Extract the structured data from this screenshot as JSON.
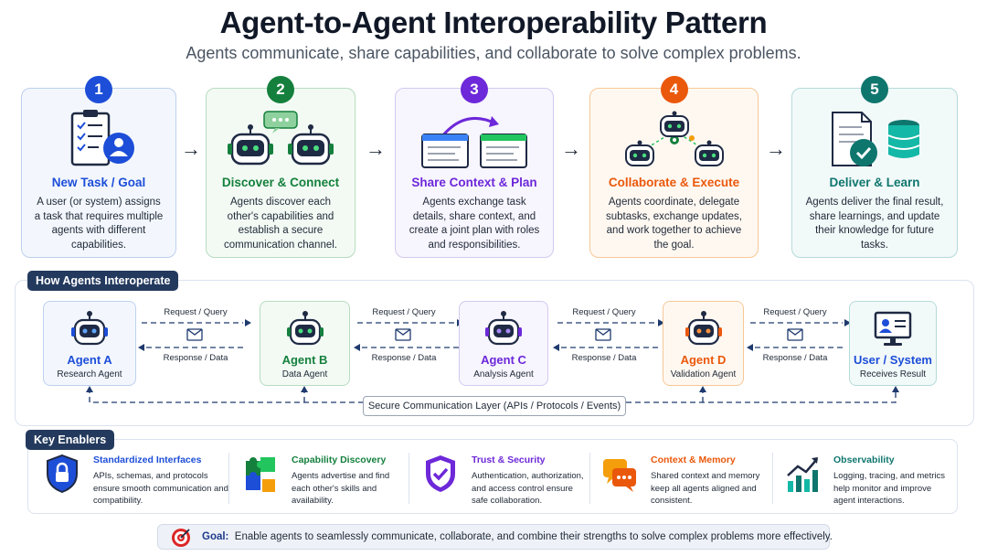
{
  "header": {
    "title": "Agent-to-Agent Interoperability Pattern",
    "subtitle": "Agents communicate, share capabilities, and collaborate to solve complex problems."
  },
  "steps": [
    {
      "num": "1",
      "title": "New Task / Goal",
      "desc": "A user (or system) assigns a task that requires multiple agents with different capabilities.",
      "color": "#1d4ed8",
      "bg": "#f3f7fd",
      "border": "#bcd0ee",
      "icon": "clipboard-user-icon"
    },
    {
      "num": "2",
      "title": "Discover & Connect",
      "desc": "Agents discover each other's capabilities and establish a secure communication channel.",
      "color": "#15803d",
      "bg": "#f3faf4",
      "border": "#b7dcbf",
      "icon": "robots-chat-icon"
    },
    {
      "num": "3",
      "title": "Share Context & Plan",
      "desc": "Agents exchange task details, share context, and create a joint plan with roles and responsibilities.",
      "color": "#6d28d9",
      "bg": "#f7f5fd",
      "border": "#d3c9ef",
      "icon": "share-windows-icon"
    },
    {
      "num": "4",
      "title": "Collaborate & Execute",
      "desc": "Agents coordinate, delegate subtasks, exchange updates, and work together to achieve the goal.",
      "color": "#ea580c",
      "bg": "#fff8f1",
      "border": "#f6c897",
      "icon": "robot-network-icon"
    },
    {
      "num": "5",
      "title": "Deliver & Learn",
      "desc": "Agents deliver the final result, share learnings, and update their knowledge for future tasks.",
      "color": "#0f766e",
      "bg": "#f2f9f9",
      "border": "#b4dbd9",
      "icon": "document-database-icon"
    }
  ],
  "interop": {
    "label": "How Agents Interoperate",
    "agents": [
      {
        "name": "Agent A",
        "role": "Research Agent",
        "color": "#1d4ed8",
        "bg": "#f3f7fd",
        "border": "#bcd0ee"
      },
      {
        "name": "Agent B",
        "role": "Data Agent",
        "color": "#15803d",
        "bg": "#f3faf4",
        "border": "#b7dcbf"
      },
      {
        "name": "Agent C",
        "role": "Analysis Agent",
        "color": "#6d28d9",
        "bg": "#f7f5fd",
        "border": "#d3c9ef"
      },
      {
        "name": "Agent D",
        "role": "Validation Agent",
        "color": "#ea580c",
        "bg": "#fff8f1",
        "border": "#f6c897"
      },
      {
        "name": "User / System",
        "role": "Receives Result",
        "color": "#1d4ed8",
        "bg": "#f2f9f9",
        "border": "#b4dbd9"
      }
    ],
    "request_label": "Request / Query",
    "response_label": "Response / Data",
    "secure_layer": "Secure Communication Layer (APIs / Protocols / Events)"
  },
  "enablers": {
    "label": "Key Enablers",
    "items": [
      {
        "title": "Standardized Interfaces",
        "desc": "APIs, schemas, and protocols ensure smooth communication and compatibility.",
        "color": "#1d4ed8",
        "icon": "shield-lock-icon"
      },
      {
        "title": "Capability Discovery",
        "desc": "Agents advertise and find each other's skills and availability.",
        "color": "#15803d",
        "icon": "puzzle-icon"
      },
      {
        "title": "Trust & Security",
        "desc": "Authentication, authorization, and access control ensure safe collaboration.",
        "color": "#6d28d9",
        "icon": "shield-check-icon"
      },
      {
        "title": "Context & Memory",
        "desc": "Shared context and memory keep all agents aligned and consistent.",
        "color": "#ea580c",
        "icon": "chat-bubbles-icon"
      },
      {
        "title": "Observability",
        "desc": "Logging, tracing, and metrics help monitor and improve agent interactions.",
        "color": "#0f766e",
        "icon": "growth-chart-icon"
      }
    ]
  },
  "goal": {
    "label": "Goal:",
    "text": "Enable agents to seamlessly communicate, collaborate, and combine their strengths to solve complex problems more effectively."
  }
}
